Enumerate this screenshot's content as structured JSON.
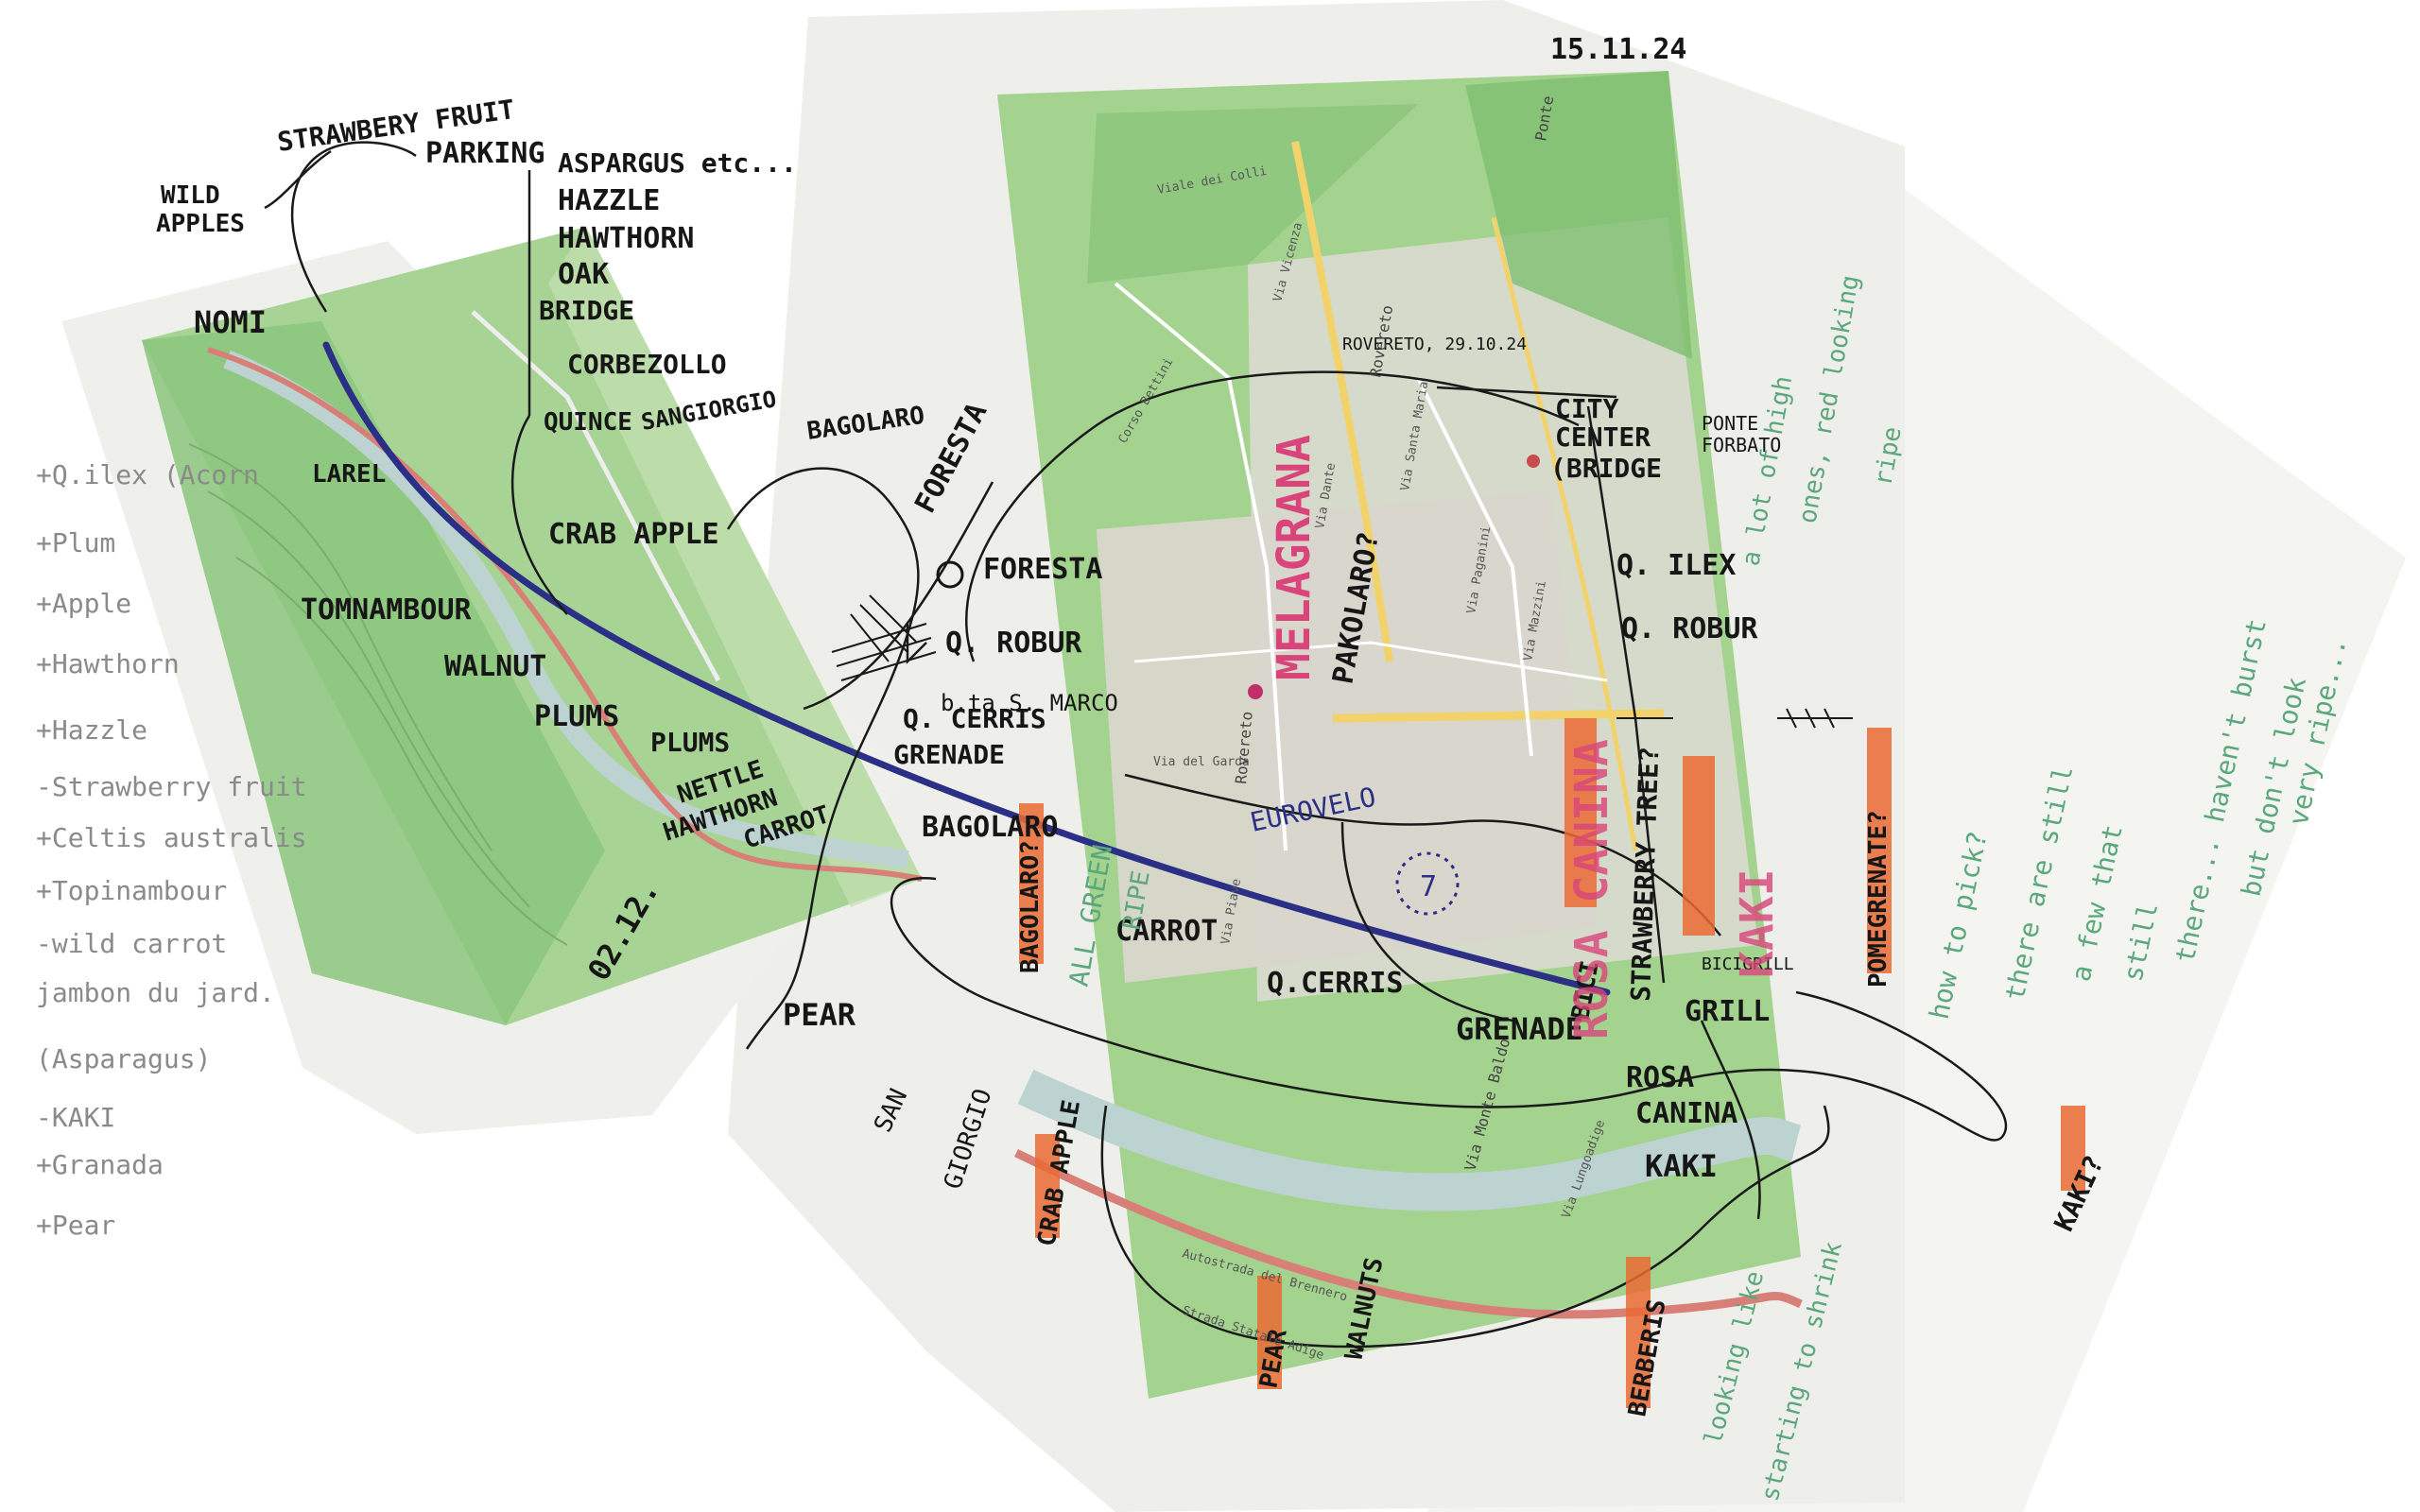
{
  "colors": {
    "paper": "#f1f0ec",
    "map_green": "#9fd08a",
    "map_dark_green": "#6fb56a",
    "river": "#bcd3d2",
    "road_red": "#d88078",
    "road_yellow": "#f2d36b",
    "route_blue": "#2b2f86",
    "ink": "#161616",
    "green_ink": "#5aa87c",
    "orange_highlight": "#ea6a34",
    "magenta": "#d9457a"
  },
  "dates": {
    "top": "15.11.24",
    "left": "02.12.",
    "map": "ROVERETO, 29.10.24"
  },
  "left_labels": {
    "strawberry": "STRAWBERY FRUIT",
    "parking": "PARKING",
    "wild_apples_1": "WILD",
    "wild_apples_2": "APPLES",
    "asparagus": "ASPARGUS etc...",
    "hazzle": "HAZZLE",
    "hawthorn": "HAWTHORN",
    "oak": "OAK",
    "bridge": "BRIDGE",
    "nomi": "NOMI",
    "corbezzolo": "CORBEZOLLO",
    "quince": "QUINCE",
    "sangiorgio": "SANGIORGIO",
    "bagolaro": "BAGOLARO",
    "larel": "LAREL",
    "crab_apple": "CRAB APPLE",
    "tomnambour": "TOMNAMBOUR",
    "walnut": "WALNUT",
    "plums_1": "PLUMS",
    "plums_2": "PLUMS",
    "nettle": "NETTLE",
    "hawthorn_2": "HAWTHORN",
    "carrot": "CARROT",
    "pear": "PEAR"
  },
  "center_labels": {
    "foresta_1": "FORESTA",
    "foresta_2": "FORESTA",
    "q_robur": "Q. ROBUR",
    "s_marco": "b.ta S. MARCO",
    "q_cerris": "Q. CERRIS",
    "grenade": "GRENADE",
    "bagolaro_2": "BAGOLARO",
    "carrot_2": "CARROT",
    "q_cerris_2": "Q.CERRIS",
    "grenade_2": "GRENADE",
    "eurovelo": "EUROVELO",
    "eurovelo_num": "7",
    "san": "SAN",
    "giorgio": "GIORGIO",
    "all_green": "ALL GREEN",
    "ripe": "RIPE"
  },
  "right_labels": {
    "city": "CITY",
    "center": "CENTER",
    "bridge": "(BRIDGE",
    "ponte": "PONTE",
    "forbato": "FORBATO",
    "q_ilex": "Q. ILEX",
    "q_robur": "Q. ROBUR",
    "bicigrill_1": "BICI",
    "bicigrill_2": "GRILL",
    "rosa": "ROSA",
    "canina": "CANINA",
    "kaki": "KAKI",
    "kaki_q": "KAKI?",
    "melagrana": "MELAGRANA",
    "pakolaro": "PAKOLARO?",
    "rosa_canina_big": "ROSA CANINA",
    "strawberry_tree": "STRAWBERRY TREE?",
    "kaki_big": "KAKI",
    "pomegrenate": "POMEGRENATE?",
    "bagolaro_v": "BAGOLARO?",
    "crab_apple_v": "CRAB APPLE",
    "pear_v": "PEAR",
    "walnut_v": "WALNUTS",
    "berbers": "BERBERIS",
    "bicigrill_small": "BICIGRILL"
  },
  "green_notes": [
    "how to pick?",
    "there are still",
    "a few that",
    "still",
    "there... haven't burst",
    "but don't look",
    "very ripe...",
    "a lot of high",
    "ones, red looking",
    "ripe",
    "starting to shrink",
    "looking like"
  ],
  "legend_list": [
    "+Q.ilex (Acorn",
    "+Plum",
    "+Apple",
    "+Hawthorn",
    "+Hazzle",
    "-Strawberry fruit",
    "+Celtis australis",
    "+Topinambour",
    "-wild carrot",
    "jambon du jard.",
    "(Asparagus)",
    "-KAKI",
    "+Granada",
    "+Pear"
  ],
  "map_streets": [
    "Viale dei Colli",
    "Via Vicenza",
    "Corso Bettini",
    "Via Santa Maria",
    "Via Paganini",
    "Via del Garda",
    "Via Lungoadige",
    "Autostrada del Brennero",
    "Strada Statale Adige",
    "Via Dante",
    "Via Mazzini",
    "Via Piave"
  ],
  "map_places": [
    "Rovereto",
    "Rovereto",
    "Ponte",
    "Via Monte Baldo"
  ]
}
